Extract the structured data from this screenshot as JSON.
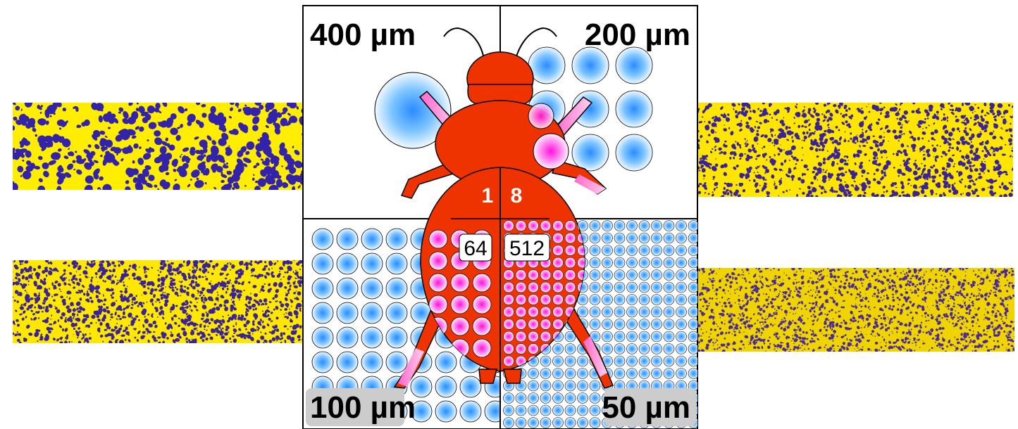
{
  "labels": {
    "top_left": "400 µm",
    "top_right": "200 µm",
    "bottom_left": "100 µm",
    "bottom_right": "50 µm"
  },
  "counts": {
    "top_left": "1",
    "top_right": "8",
    "bottom_left": "64",
    "bottom_right": "512"
  },
  "colors": {
    "beetle": "#ee3300",
    "leg": "#ff88cc",
    "dot_blue": "#33aaff",
    "dot_pink": "#ff22dd",
    "texture_yellow": "#ffee00",
    "texture_blue": "#3322aa",
    "label_box": "#cccccc"
  }
}
